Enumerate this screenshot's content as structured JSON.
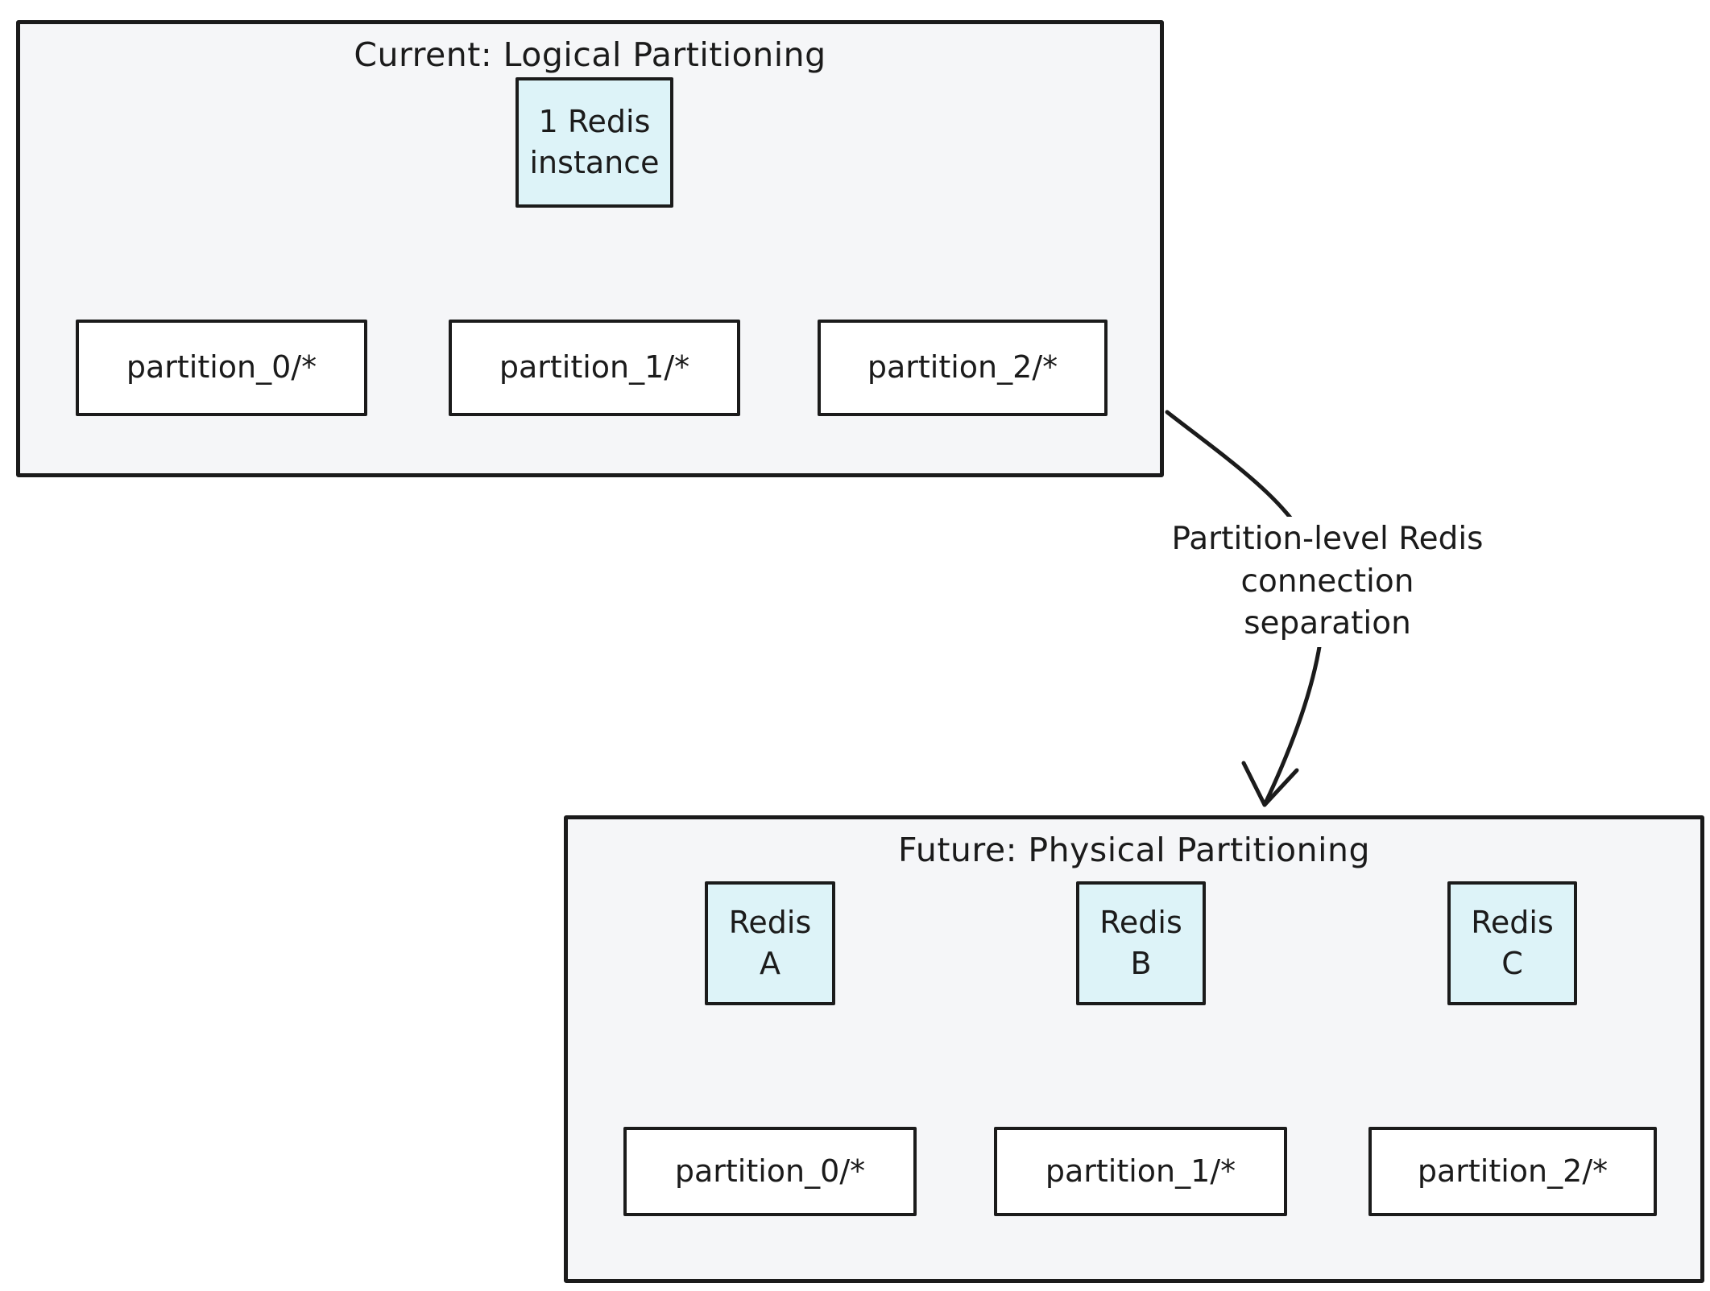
{
  "colors": {
    "stroke": "#1b1b1b",
    "container_fill": "#f5f6f8",
    "node_fill": "#ddf3f8",
    "white_fill": "#ffffff"
  },
  "current": {
    "title": "Current: Logical Partitioning",
    "redis_label": "1 Redis\ninstance",
    "partitions": [
      "partition_0/*",
      "partition_1/*",
      "partition_2/*"
    ]
  },
  "transition": {
    "label": "Partition-level Redis\nconnection separation"
  },
  "future": {
    "title": "Future: Physical Partitioning",
    "nodes": [
      {
        "redis": "Redis\nA",
        "partition": "partition_0/*"
      },
      {
        "redis": "Redis\nB",
        "partition": "partition_1/*"
      },
      {
        "redis": "Redis\nC",
        "partition": "partition_2/*"
      }
    ]
  }
}
